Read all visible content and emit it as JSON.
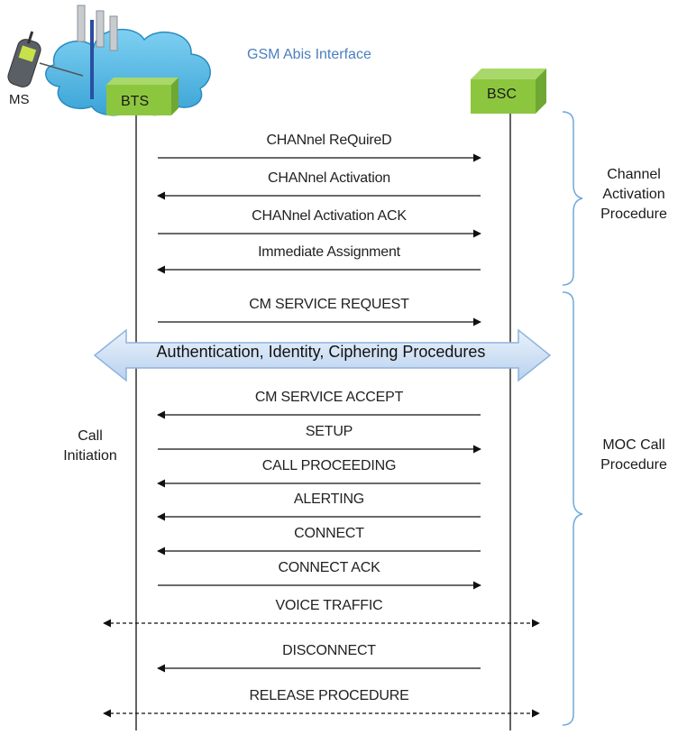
{
  "title": "GSM Abis Interface",
  "nodes": {
    "ms": "MS",
    "bts": "BTS",
    "bsc": "BSC"
  },
  "band": {
    "label": "Authentication, Identity, Ciphering Procedures"
  },
  "messages": [
    {
      "label": "CHANnel ReQuireD",
      "dir": "right",
      "style": "solid"
    },
    {
      "label": "CHANnel Activation",
      "dir": "left",
      "style": "solid"
    },
    {
      "label": "CHANnel Activation ACK",
      "dir": "right",
      "style": "solid"
    },
    {
      "label": "Immediate Assignment",
      "dir": "left",
      "style": "solid"
    },
    {
      "label": "CM SERVICE REQUEST",
      "dir": "right",
      "style": "solid"
    },
    {
      "label": "CM SERVICE ACCEPT",
      "dir": "left",
      "style": "solid"
    },
    {
      "label": "SETUP",
      "dir": "right",
      "style": "solid"
    },
    {
      "label": "CALL PROCEEDING",
      "dir": "left",
      "style": "solid"
    },
    {
      "label": "ALERTING",
      "dir": "left",
      "style": "solid"
    },
    {
      "label": "CONNECT",
      "dir": "left",
      "style": "solid"
    },
    {
      "label": "CONNECT ACK",
      "dir": "right",
      "style": "solid"
    },
    {
      "label": "VOICE TRAFFIC",
      "dir": "both",
      "style": "dashed"
    },
    {
      "label": "DISCONNECT",
      "dir": "left",
      "style": "solid"
    },
    {
      "label": "RELEASE PROCEDURE",
      "dir": "both",
      "style": "dashed"
    }
  ],
  "side_labels": {
    "channel_activation": [
      "Channel",
      "Activation",
      "Procedure"
    ],
    "moc_call": [
      "MOC Call",
      "Procedure"
    ],
    "call_initiation": [
      "Call",
      "Initiation"
    ]
  },
  "colors": {
    "title": "#4a7fbf",
    "node_green": "#8cc63f",
    "cloud": "#54b9e4",
    "band_fill": "#d7e6f7",
    "bracket": "#6fa8dc"
  }
}
